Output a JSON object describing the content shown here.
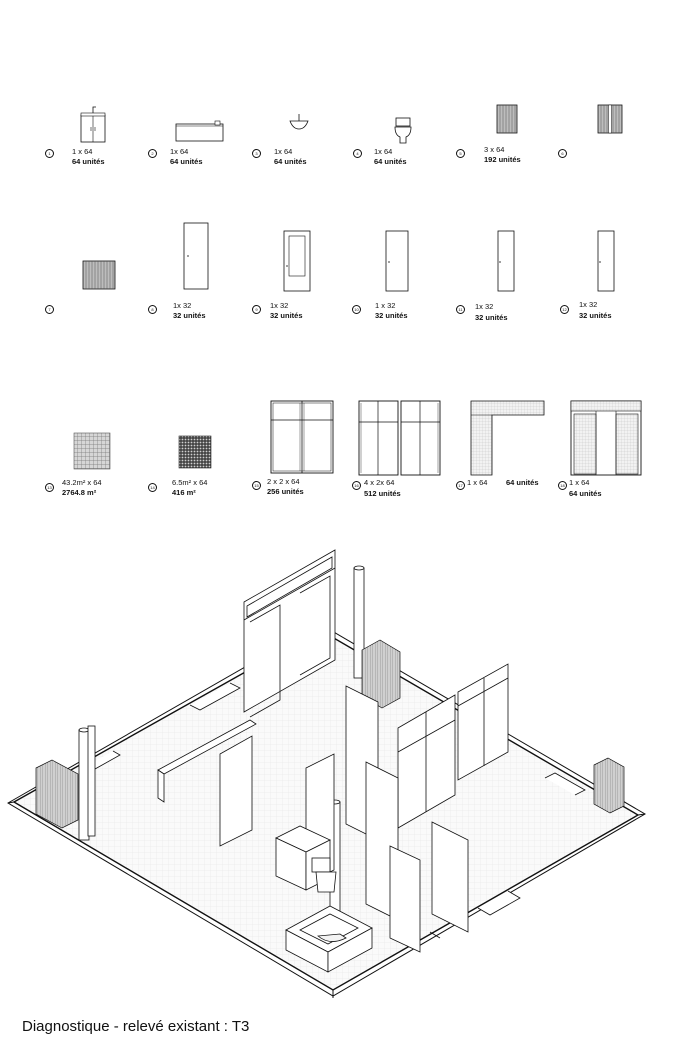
{
  "items": [
    {
      "num": "1",
      "qty": "1 x 64",
      "units": "64 unités",
      "icon": "cabinet-sink-icon"
    },
    {
      "num": "2",
      "qty": "1x 64",
      "units": "64 unités",
      "icon": "kitchen-counter-icon"
    },
    {
      "num": "3",
      "qty": "1x 64",
      "units": "64 unités",
      "icon": "wall-sink-icon"
    },
    {
      "num": "4",
      "qty": "1x 64",
      "units": "64 unités",
      "icon": "toilet-icon"
    },
    {
      "num": "5",
      "qty": "3 x 64",
      "units": "192 unités",
      "icon": "radiator-icon"
    },
    {
      "num": "6",
      "qty": "",
      "units": "",
      "icon": "radiator-icon"
    },
    {
      "num": "7",
      "qty": "",
      "units": "",
      "icon": "radiator-icon"
    },
    {
      "num": "8",
      "qty": "1x 32",
      "units": "32 unités",
      "icon": "door-icon"
    },
    {
      "num": "9",
      "qty": "1x 32",
      "units": "32 unités",
      "icon": "glazed-door-icon"
    },
    {
      "num": "10",
      "qty": "1 x 32",
      "units": "32 unités",
      "icon": "door-icon"
    },
    {
      "num": "11",
      "qty": "1x 32",
      "units": "32 unités",
      "icon": "narrow-door-icon"
    },
    {
      "num": "12",
      "qty": "1x 32",
      "units": "32 unités",
      "icon": "narrow-door-icon"
    },
    {
      "num": "13",
      "qty": "43.2m² x 64",
      "units": "2764.8 m²",
      "icon": "floor-tile-icon"
    },
    {
      "num": "14",
      "qty": "6.5m² x 64",
      "units": "416 m²",
      "icon": "mosaic-tile-icon"
    },
    {
      "num": "15",
      "qty": "2 x 2 x 64",
      "units": "256 unités",
      "icon": "double-window-icon"
    },
    {
      "num": "16",
      "qty": "4 x 2x 64",
      "units": "512 unités",
      "icon": "quad-window-icon"
    },
    {
      "num": "17",
      "qty": "1 x 64",
      "units": "64 unités",
      "icon": "l-shaped-partition-icon"
    },
    {
      "num": "18",
      "qty": "1 x 64",
      "units": "64 unités",
      "icon": "glazed-partition-icon"
    }
  ],
  "title": "Diagnostique - relevé existant : T3"
}
